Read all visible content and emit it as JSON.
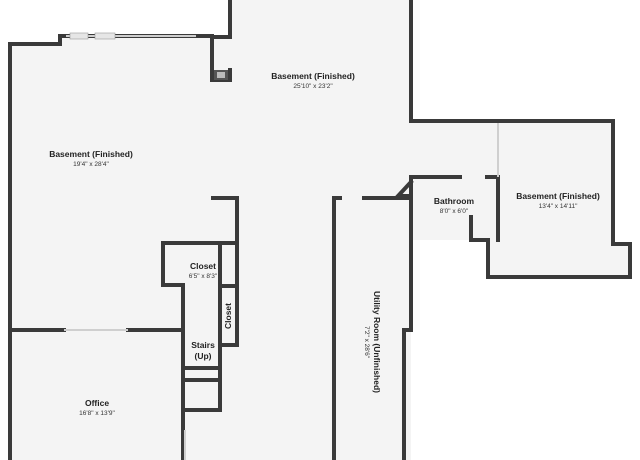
{
  "rooms": {
    "basement_main": {
      "name": "Basement (Finished)",
      "dims": "25'10\" x 23'2\""
    },
    "basement_left": {
      "name": "Basement (Finished)",
      "dims": "19'4\" x 28'4\""
    },
    "bathroom": {
      "name": "Bathroom",
      "dims": "8'0\" x 6'0\""
    },
    "basement_right": {
      "name": "Basement (Finished)",
      "dims": "13'4\" x 14'11\""
    },
    "closet_1": {
      "name": "Closet",
      "dims": "6'5\" x 8'3\""
    },
    "closet_2": {
      "name": "Closet"
    },
    "stairs": {
      "name": "Stairs",
      "sub": "(Up)"
    },
    "utility": {
      "name": "Utility Room (Unfinished)",
      "dims": "7'2\" x 28'6\""
    },
    "office": {
      "name": "Office",
      "dims": "16'8\" x 13'9\""
    }
  },
  "colors": {
    "floor": "#f4f4f4",
    "wall": "#3a3a3a",
    "window": "#cfcfcf"
  }
}
